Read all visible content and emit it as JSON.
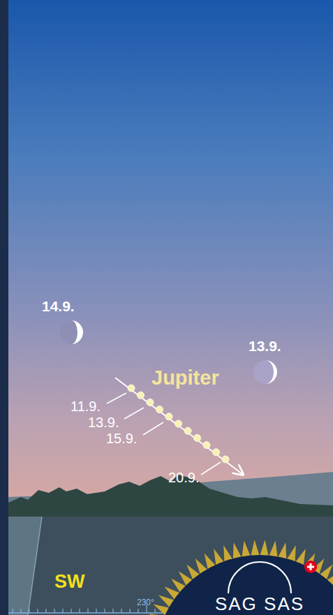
{
  "diagram": {
    "labels": [
      "14.9.",
      "13.9.",
      "Jupiter",
      "11.9.",
      "13.9.",
      "15.9.",
      "20.9.",
      "SW",
      "230°",
      "SAG SAS"
    ]
  }
}
